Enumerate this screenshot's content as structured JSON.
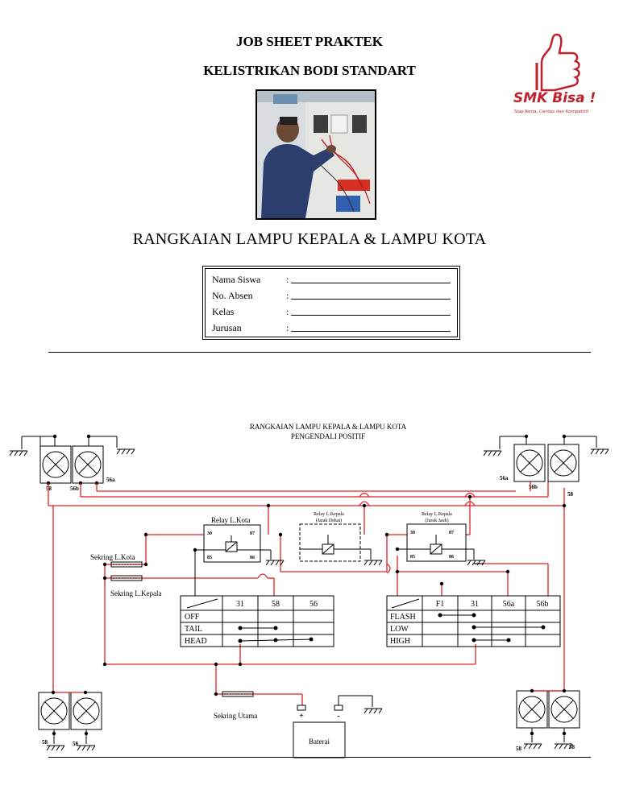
{
  "header": {
    "title_line1": "JOB SHEET PRAKTEK",
    "title_line2": "KELISTRIKAN BODI STANDART"
  },
  "logo": {
    "brand": "SMK Bisa !",
    "tagline": "Siap Kerja, Cerdas dan Kompetitif"
  },
  "main_title": "RANGKAIAN LAMPU KEPALA & LAMPU KOTA",
  "form": {
    "fields": [
      {
        "label": "Nama Siswa",
        "colon": ":"
      },
      {
        "label": "No. Absen",
        "colon": ":"
      },
      {
        "label": "Kelas",
        "colon": ":"
      },
      {
        "label": "Jurusan",
        "colon": ":"
      }
    ]
  },
  "diagram": {
    "title_line1": "RANGKAIAN LAMPU KEPALA & LAMPU KOTA",
    "title_line2": "PENGENDALI POSITIF",
    "relay_kota": "Relay L.Kota",
    "relay_kepala_dekat_1": "Relay L.Kepala",
    "relay_kepala_dekat_2": "(Jarak Dekat)",
    "relay_kepala_jauh_1": "Relay L.Kepala",
    "relay_kepala_jauh_2": "(Jarak Jauh)",
    "sekring_kota": "Sekring L.Kota",
    "sekring_kepala": "Sekring L.Kepala",
    "sekring_utama": "Sekring Utama",
    "baterai": "Baterai",
    "plus": "+",
    "minus": "-",
    "pins": {
      "p30": "30",
      "p87": "87",
      "p85": "85",
      "p86": "86"
    },
    "lamp_labels": {
      "l58": "58",
      "l56a": "56a",
      "l56b": "56b"
    },
    "switch_light": {
      "headers": [
        "31",
        "58",
        "56"
      ],
      "rows": [
        "OFF",
        "TAIL",
        "HEAD"
      ]
    },
    "switch_dimmer": {
      "headers": [
        "F1",
        "31",
        "56a",
        "56b"
      ],
      "rows": [
        "FLASH",
        "LOW",
        "HIGH"
      ]
    }
  },
  "colors": {
    "wire": "#e02020",
    "logo": "#c0202a"
  }
}
